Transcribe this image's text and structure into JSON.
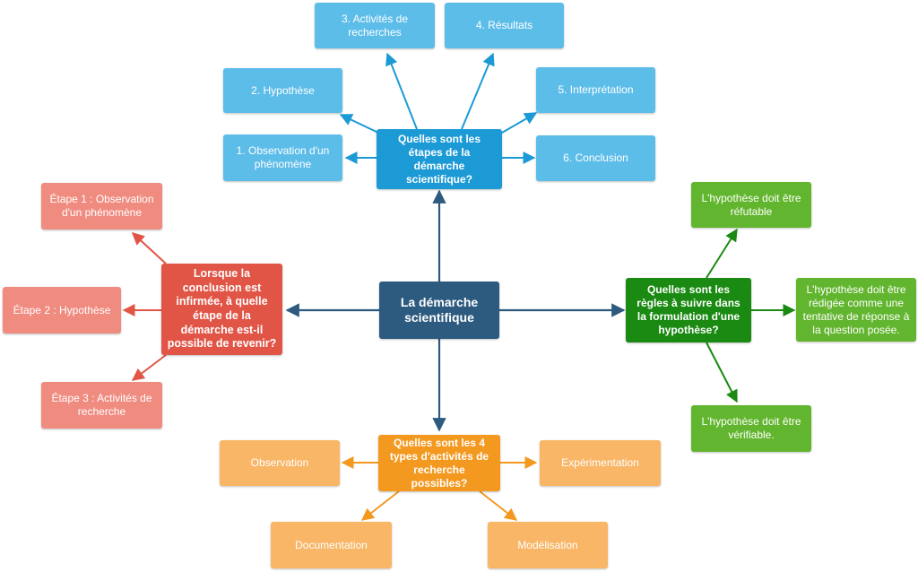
{
  "colors": {
    "center": "#2d5a7f",
    "steps_hub": "#1c9ad6",
    "steps_leaf": "#5dbde9",
    "return_hub": "#e15546",
    "return_leaf": "#f08b80",
    "rules_hub": "#1a8a12",
    "rules_leaf": "#62b52e",
    "activities_hub": "#f49920",
    "activities_leaf": "#f8b666"
  },
  "center": "La démarche\nscientifique",
  "steps": {
    "question": "Quelles sont les\nétapes de la\ndémarche\nscientifique?",
    "items": [
      "1. Observation d'un\nphénomène",
      "2. Hypothèse",
      "3. Activités de\nrecherches",
      "4. Résultats",
      "5. Interprétation",
      "6. Conclusion"
    ]
  },
  "return_step": {
    "question": "Lorsque la\nconclusion est\ninfirmée, à quelle\nétape de la\ndémarche est-il\npossible de revenir?",
    "items": [
      "Étape 1 : Observation\nd'un phénomène",
      "Étape 2 : Hypothèse",
      "Étape 3 : Activités de\nrecherche"
    ]
  },
  "rules": {
    "question": "Quelles sont les\nrègles à suivre dans\nla formulation d'une\nhypothèse?",
    "items": [
      "L'hypothèse doit être\nréfutable",
      "L'hypothèse doit être\nrédigée comme une\ntentative de réponse à\nla question posée.",
      "L'hypothèse doit être\nvérifiable."
    ]
  },
  "activities": {
    "question": "Quelles sont les 4\ntypes d'activités de\nrecherche\npossibles?",
    "items": [
      "Observation",
      "Expérimentation",
      "Documentation",
      "Modélisation"
    ]
  }
}
